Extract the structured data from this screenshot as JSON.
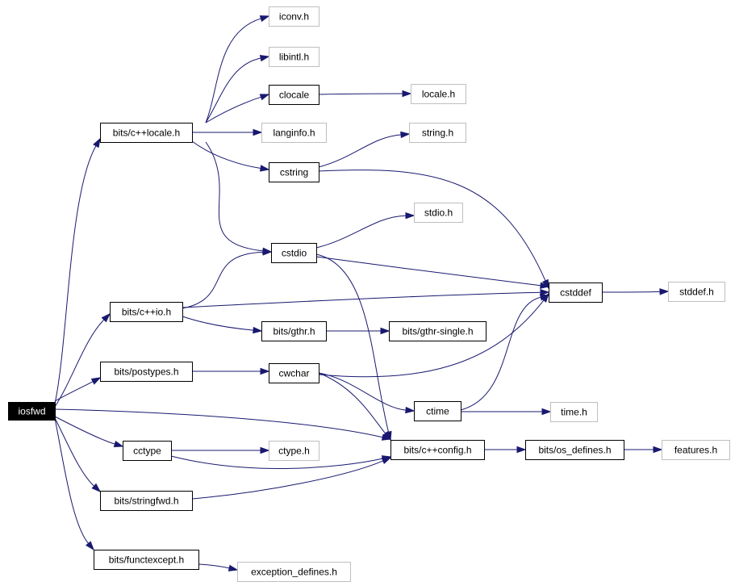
{
  "graph": {
    "root": "iosfwd",
    "nodes": [
      {
        "id": "iosfwd",
        "label": "iosfwd",
        "kind": "root"
      },
      {
        "id": "cxxlocale",
        "label": "bits/c++locale.h",
        "kind": "documented"
      },
      {
        "id": "cxxio",
        "label": "bits/c++io.h",
        "kind": "documented"
      },
      {
        "id": "postypes",
        "label": "bits/postypes.h",
        "kind": "documented"
      },
      {
        "id": "cctype",
        "label": "cctype",
        "kind": "documented"
      },
      {
        "id": "stringfwd",
        "label": "bits/stringfwd.h",
        "kind": "documented"
      },
      {
        "id": "functexcept",
        "label": "bits/functexcept.h",
        "kind": "documented"
      },
      {
        "id": "iconv",
        "label": "iconv.h",
        "kind": "external"
      },
      {
        "id": "libintl",
        "label": "libintl.h",
        "kind": "external"
      },
      {
        "id": "clocale",
        "label": "clocale",
        "kind": "documented"
      },
      {
        "id": "langinfo",
        "label": "langinfo.h",
        "kind": "external"
      },
      {
        "id": "cstring",
        "label": "cstring",
        "kind": "documented"
      },
      {
        "id": "cstdio",
        "label": "cstdio",
        "kind": "documented"
      },
      {
        "id": "gthr",
        "label": "bits/gthr.h",
        "kind": "documented"
      },
      {
        "id": "cwchar",
        "label": "cwchar",
        "kind": "documented"
      },
      {
        "id": "ctypeh",
        "label": "ctype.h",
        "kind": "external"
      },
      {
        "id": "excdef",
        "label": "exception_defines.h",
        "kind": "external"
      },
      {
        "id": "localeh",
        "label": "locale.h",
        "kind": "external"
      },
      {
        "id": "stringh",
        "label": "string.h",
        "kind": "external"
      },
      {
        "id": "stdioh",
        "label": "stdio.h",
        "kind": "external"
      },
      {
        "id": "cstddef",
        "label": "cstddef",
        "kind": "documented"
      },
      {
        "id": "gthrsingle",
        "label": "bits/gthr-single.h",
        "kind": "documented"
      },
      {
        "id": "ctime",
        "label": "ctime",
        "kind": "documented"
      },
      {
        "id": "cxxconfig",
        "label": "bits/c++config.h",
        "kind": "documented"
      },
      {
        "id": "stddefh",
        "label": "stddef.h",
        "kind": "external"
      },
      {
        "id": "timeh",
        "label": "time.h",
        "kind": "external"
      },
      {
        "id": "osdefines",
        "label": "bits/os_defines.h",
        "kind": "documented"
      },
      {
        "id": "features",
        "label": "features.h",
        "kind": "external"
      }
    ],
    "edges": [
      {
        "from": "iosfwd",
        "to": "cxxlocale"
      },
      {
        "from": "iosfwd",
        "to": "cxxio"
      },
      {
        "from": "iosfwd",
        "to": "postypes"
      },
      {
        "from": "iosfwd",
        "to": "cxxconfig"
      },
      {
        "from": "iosfwd",
        "to": "cctype"
      },
      {
        "from": "iosfwd",
        "to": "stringfwd"
      },
      {
        "from": "iosfwd",
        "to": "functexcept"
      },
      {
        "from": "cxxlocale",
        "to": "iconv"
      },
      {
        "from": "cxxlocale",
        "to": "libintl"
      },
      {
        "from": "cxxlocale",
        "to": "clocale"
      },
      {
        "from": "cxxlocale",
        "to": "langinfo"
      },
      {
        "from": "cxxlocale",
        "to": "cstring"
      },
      {
        "from": "cxxlocale",
        "to": "cstdio"
      },
      {
        "from": "clocale",
        "to": "localeh"
      },
      {
        "from": "cstring",
        "to": "stringh"
      },
      {
        "from": "cstring",
        "to": "cstddef"
      },
      {
        "from": "cstdio",
        "to": "stdioh"
      },
      {
        "from": "cstdio",
        "to": "cstddef"
      },
      {
        "from": "cstdio",
        "to": "cxxconfig"
      },
      {
        "from": "cxxio",
        "to": "cstdio"
      },
      {
        "from": "cxxio",
        "to": "cstddef"
      },
      {
        "from": "cxxio",
        "to": "gthr"
      },
      {
        "from": "gthr",
        "to": "gthrsingle"
      },
      {
        "from": "postypes",
        "to": "cwchar"
      },
      {
        "from": "cwchar",
        "to": "cstddef"
      },
      {
        "from": "cwchar",
        "to": "ctime"
      },
      {
        "from": "cwchar",
        "to": "cxxconfig"
      },
      {
        "from": "ctime",
        "to": "cstddef"
      },
      {
        "from": "ctime",
        "to": "timeh"
      },
      {
        "from": "cstddef",
        "to": "stddefh"
      },
      {
        "from": "cctype",
        "to": "ctypeh"
      },
      {
        "from": "cctype",
        "to": "cxxconfig"
      },
      {
        "from": "stringfwd",
        "to": "cxxconfig"
      },
      {
        "from": "functexcept",
        "to": "excdef"
      },
      {
        "from": "cxxconfig",
        "to": "osdefines"
      },
      {
        "from": "osdefines",
        "to": "features"
      }
    ]
  },
  "colors": {
    "edge": "#191970",
    "documented_border": "#000000",
    "external_border": "#bfbfbf",
    "root_fill": "#000000",
    "root_text": "#ffffff",
    "text": "#000000"
  }
}
